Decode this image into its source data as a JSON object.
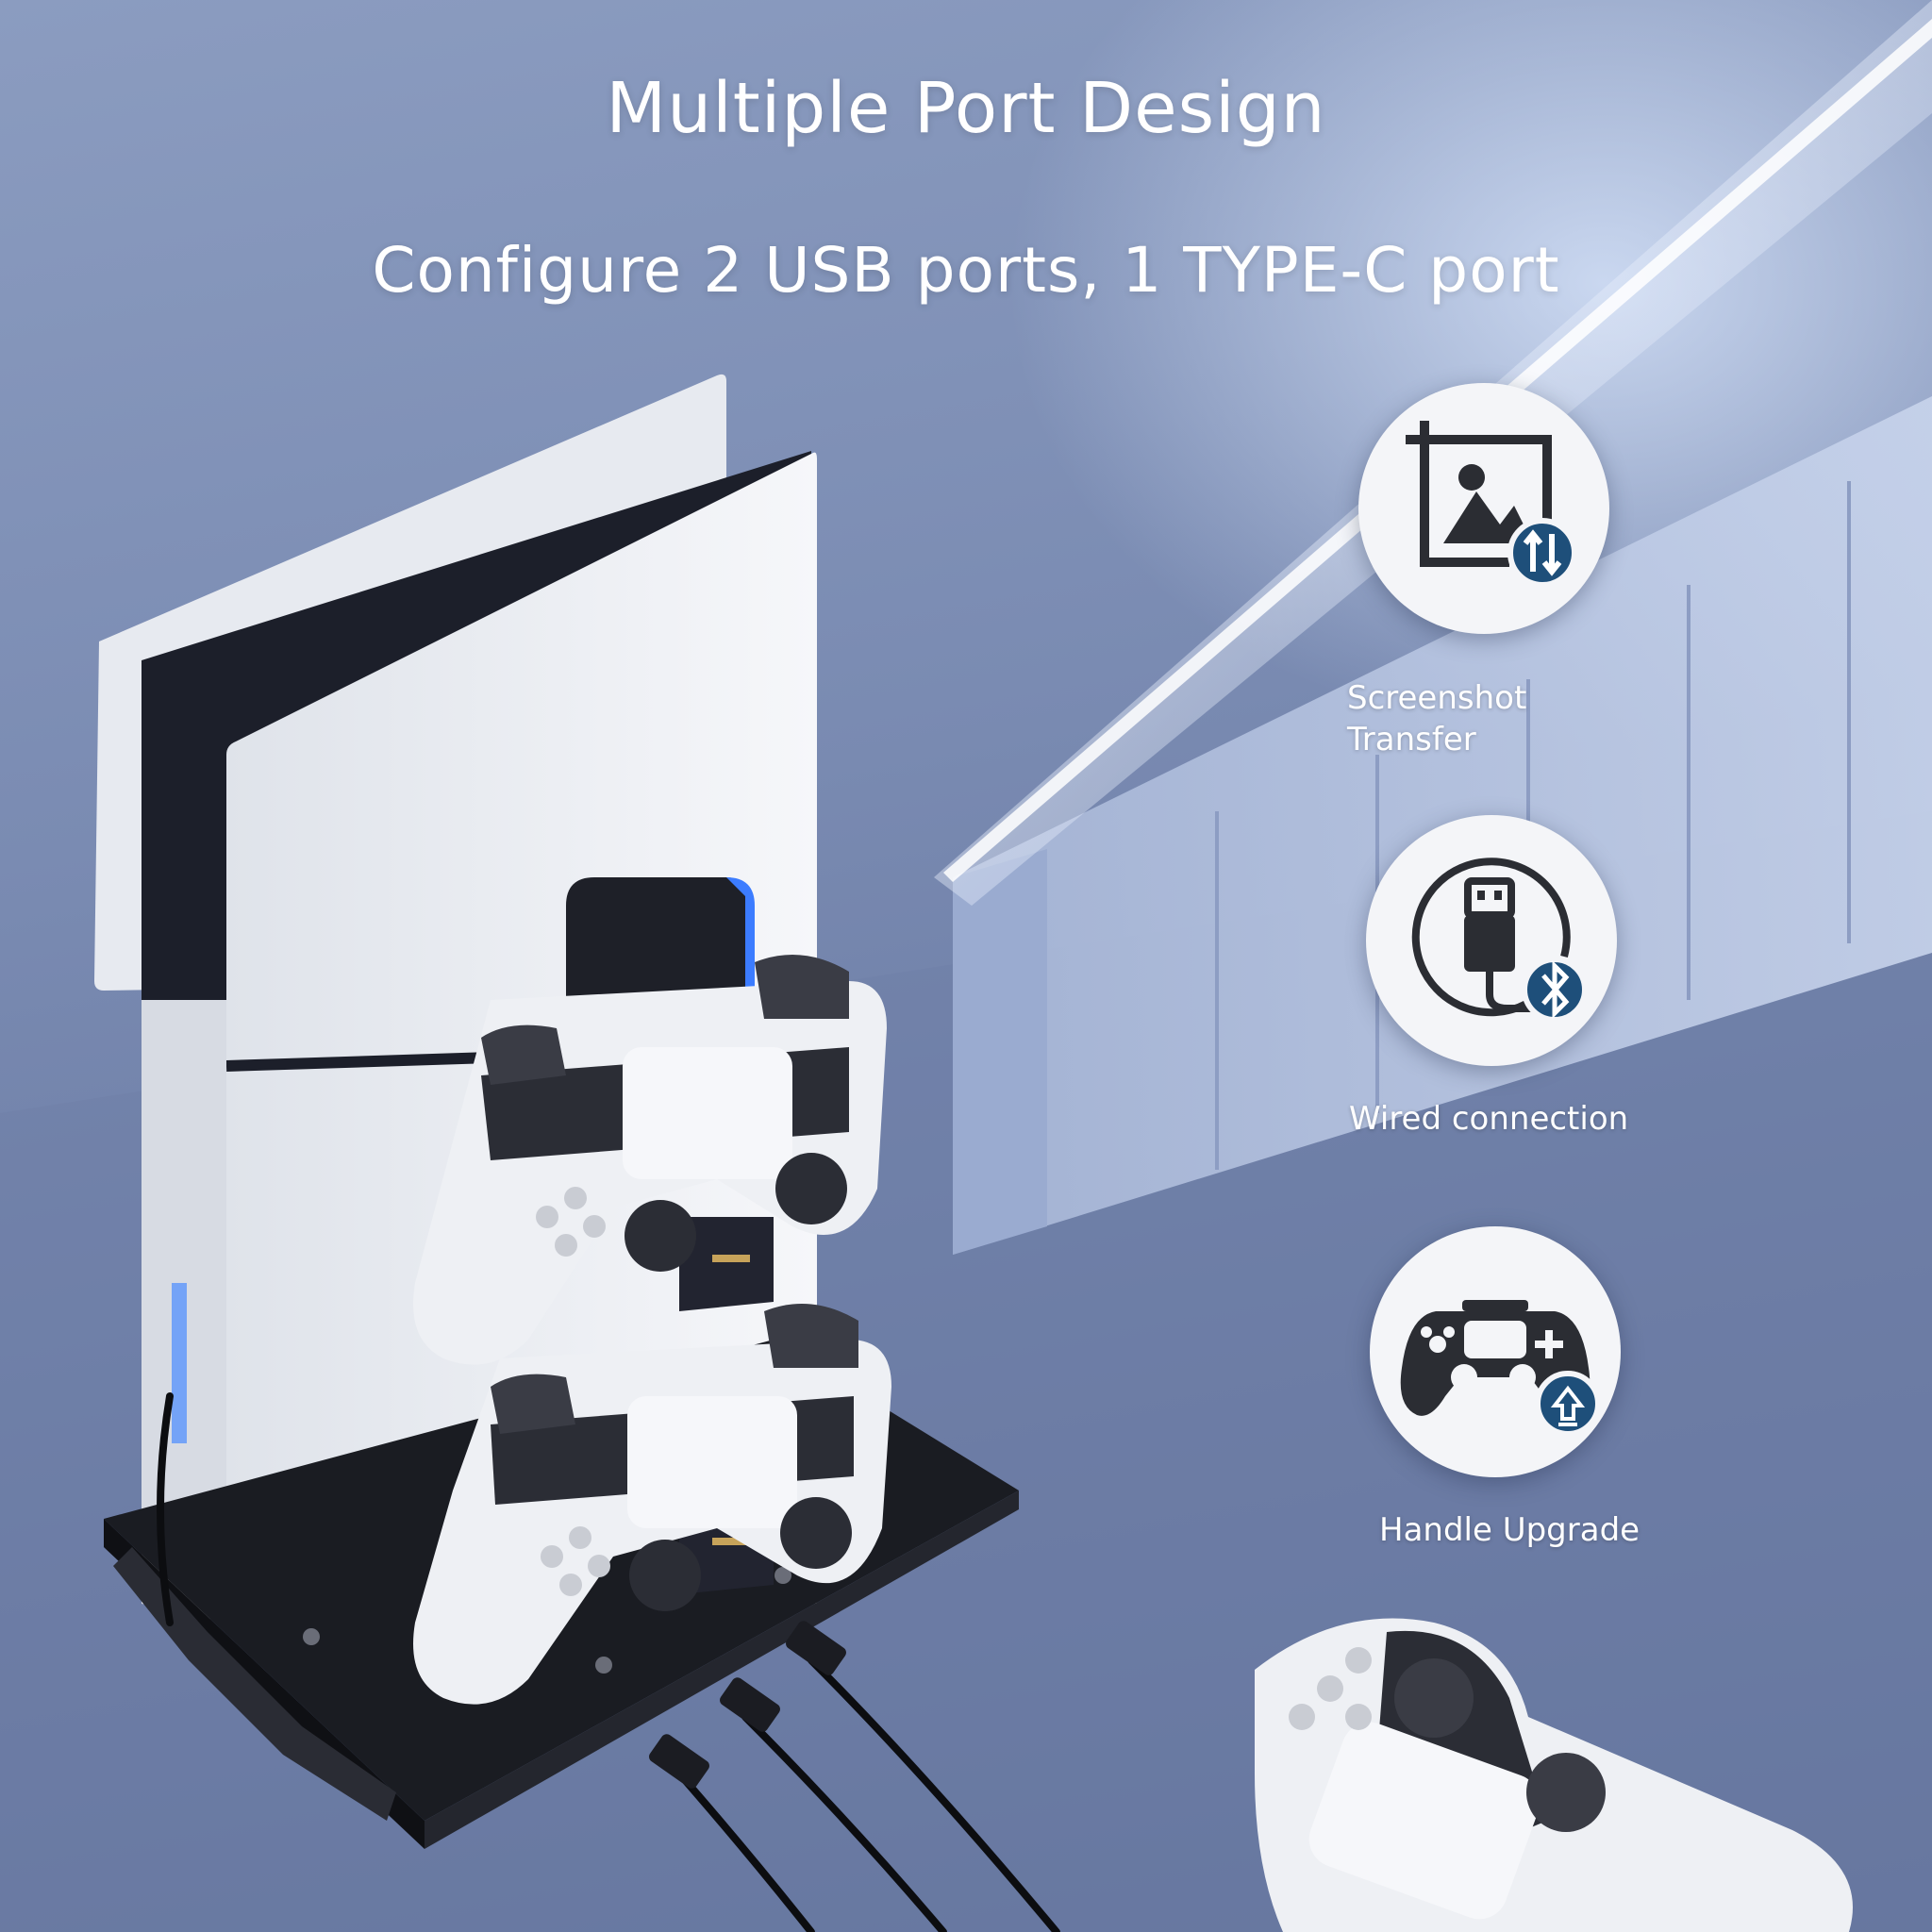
{
  "header": {
    "title": "Multiple Port Design",
    "subtitle": "Configure 2 USB ports, 1 TYPE-C port"
  },
  "features": [
    {
      "label": "Screenshot\nTransfer",
      "icon": "image-transfer-icon"
    },
    {
      "label": "Wired connection",
      "icon": "usb-cable-bluetooth-icon"
    },
    {
      "label": "Handle Upgrade",
      "icon": "gamepad-upgrade-icon"
    }
  ],
  "colors": {
    "badge_accent": "#1e4f7a",
    "icon_dark": "#2b2d33",
    "console_white": "#eef0f4",
    "console_black": "#1c1f2a",
    "stand_black": "#1a1c22"
  }
}
